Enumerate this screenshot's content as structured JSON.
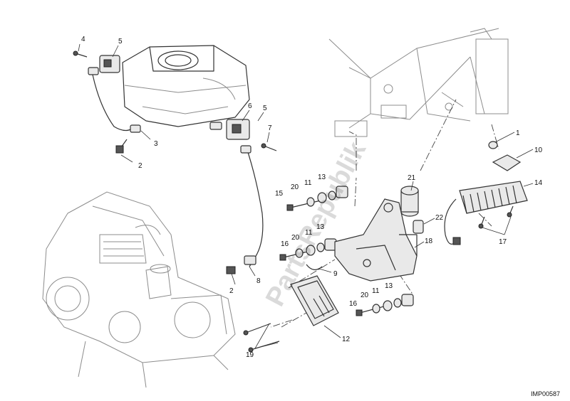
{
  "diagram": {
    "figure_code": "IMP00587",
    "watermark": "PartsRepublik",
    "callouts": [
      {
        "label": "4"
      },
      {
        "label": "5"
      },
      {
        "label": "3"
      },
      {
        "label": "2"
      },
      {
        "label": "6"
      },
      {
        "label": "5"
      },
      {
        "label": "7"
      },
      {
        "label": "1"
      },
      {
        "label": "10"
      },
      {
        "label": "14"
      },
      {
        "label": "17"
      },
      {
        "label": "21"
      },
      {
        "label": "22"
      },
      {
        "label": "18"
      },
      {
        "label": "15"
      },
      {
        "label": "20"
      },
      {
        "label": "11"
      },
      {
        "label": "13"
      },
      {
        "label": "16"
      },
      {
        "label": "20"
      },
      {
        "label": "11"
      },
      {
        "label": "13"
      },
      {
        "label": "9"
      },
      {
        "label": "2"
      },
      {
        "label": "8"
      },
      {
        "label": "16"
      },
      {
        "label": "20"
      },
      {
        "label": "11"
      },
      {
        "label": "13"
      },
      {
        "label": "12"
      },
      {
        "label": "19"
      }
    ]
  }
}
